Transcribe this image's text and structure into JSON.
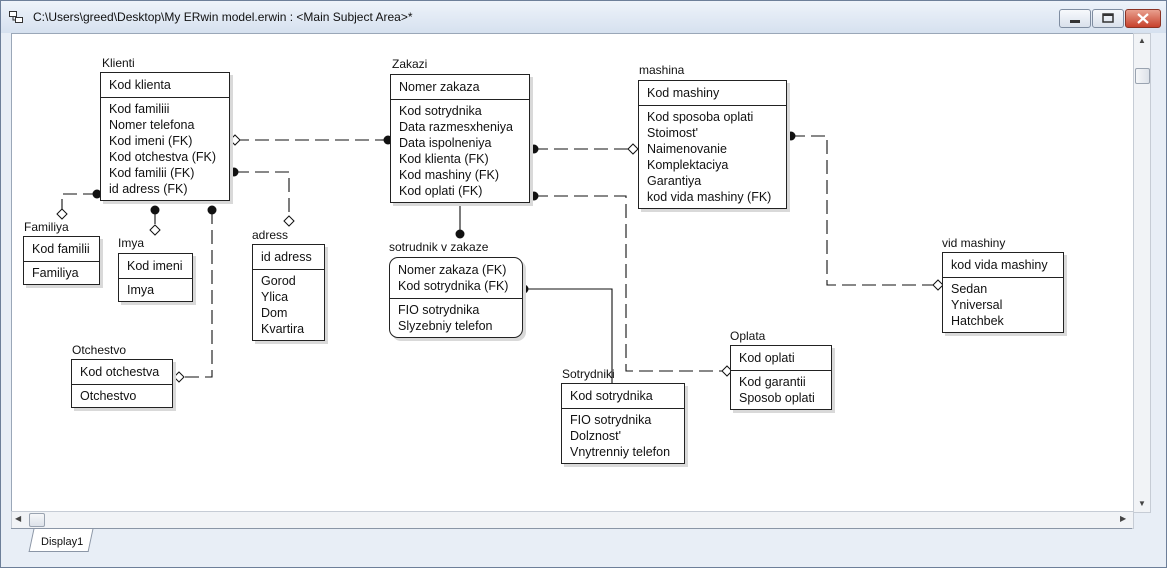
{
  "window": {
    "title": "C:\\Users\\greed\\Desktop\\My ERwin model.erwin : <Main Subject Area>*",
    "tab_label": "Display1"
  },
  "entities": {
    "klienti": {
      "name": "Klienti",
      "key": [
        "Kod klienta"
      ],
      "attrs": [
        "Kod familiii",
        "Nomer telefona",
        "Kod imeni (FK)",
        "Kod otchestva (FK)",
        "Kod familii (FK)",
        "id adress (FK)"
      ]
    },
    "familiya": {
      "name": "Familiya",
      "key": [
        "Kod familii"
      ],
      "attrs": [
        "Familiya"
      ]
    },
    "imya": {
      "name": "Imya",
      "key": [
        "Kod imeni"
      ],
      "attrs": [
        "Imya"
      ]
    },
    "adress": {
      "name": "adress",
      "key": [
        "id adress"
      ],
      "attrs": [
        "Gorod",
        "Ylica",
        "Dom",
        "Kvartira"
      ]
    },
    "otchestvo": {
      "name": "Otchestvo",
      "key": [
        "Kod otchestva"
      ],
      "attrs": [
        "Otchestvo"
      ]
    },
    "zakazi": {
      "name": "Zakazi",
      "key": [
        "Nomer zakaza"
      ],
      "attrs": [
        "Kod sotrydnika",
        "Data razmesxheniya",
        "Data ispolneniya",
        "Kod klienta (FK)",
        "Kod mashiny (FK)",
        "Kod oplati (FK)"
      ]
    },
    "sotrudnik_v_zakaze": {
      "name": "sotrudnik v zakaze",
      "key": [
        "Nomer zakaza (FK)",
        "Kod sotrydnika (FK)"
      ],
      "attrs": [
        "FIO sotrydnika",
        "Slyzebniy telefon"
      ]
    },
    "mashina": {
      "name": "mashina",
      "key": [
        "Kod mashiny"
      ],
      "attrs": [
        "Kod sposoba oplati",
        "Stoimost'",
        "Naimenovanie",
        "Komplektaciya",
        "Garantiya",
        "kod vida mashiny (FK)"
      ]
    },
    "vid_mashiny": {
      "name": "vid mashiny",
      "key": [
        "kod vida mashiny"
      ],
      "attrs": [
        "Sedan",
        "Yniversal",
        "Hatchbek"
      ]
    },
    "oplata": {
      "name": "Oplata",
      "key": [
        "Kod oplati"
      ],
      "attrs": [
        "Kod garantii",
        "Sposob oplati"
      ]
    },
    "sotrydniki": {
      "name": "Sotrydniki",
      "key": [
        "Kod sotrydnika"
      ],
      "attrs": [
        "FIO sotrydnika",
        "Dolznost'",
        "Vnytrenniy telefon"
      ]
    }
  }
}
